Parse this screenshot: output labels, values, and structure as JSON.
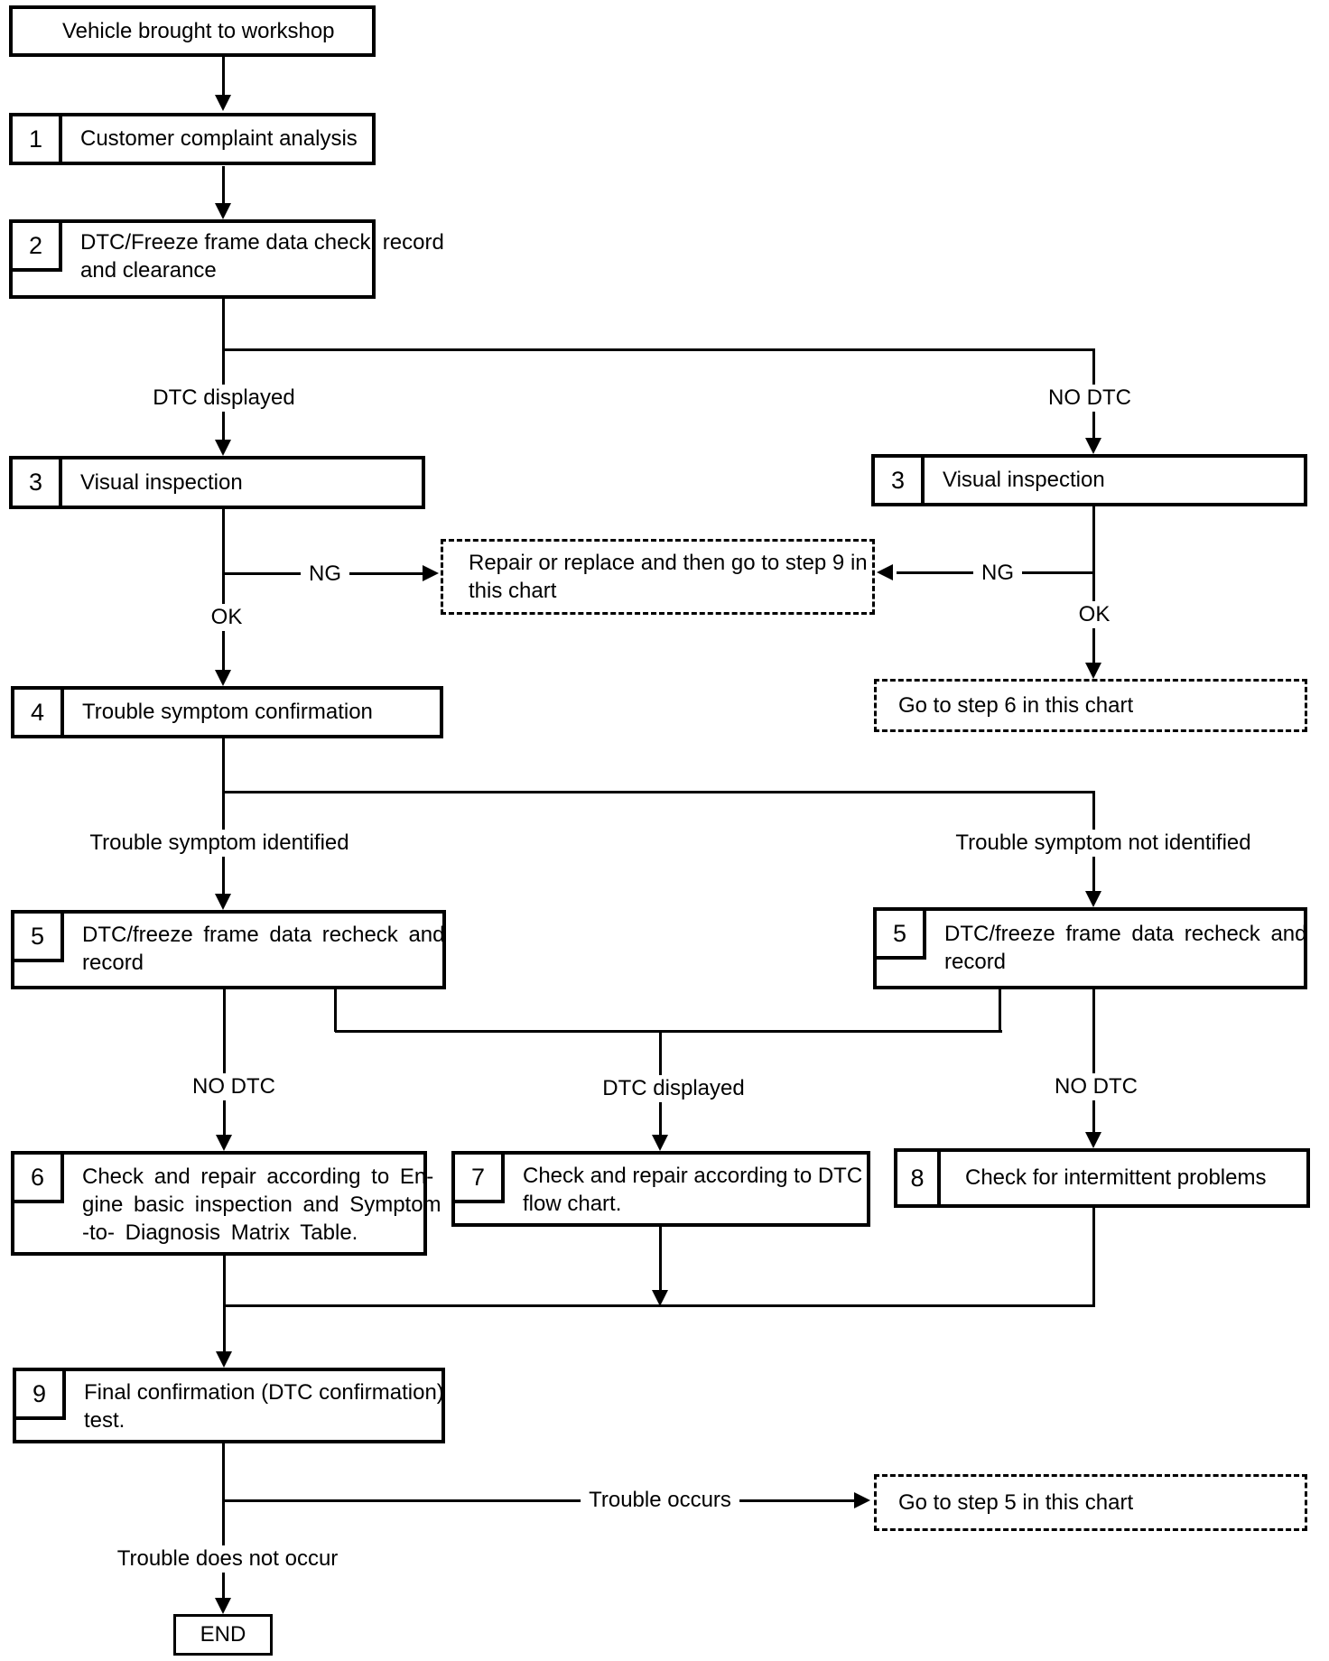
{
  "flowchart": {
    "nodes": {
      "start": {
        "label": "Vehicle brought to workshop"
      },
      "step1": {
        "num": "1",
        "label": "Customer complaint analysis"
      },
      "step2": {
        "num": "2",
        "line1": "DTC/Freeze frame data check, record",
        "line2": "and clearance"
      },
      "step3_left": {
        "num": "3",
        "label": "Visual inspection"
      },
      "step3_right": {
        "num": "3",
        "label": "Visual inspection"
      },
      "repair_note": {
        "line1": "Repair or replace and then go to step 9 in",
        "line2": "this chart"
      },
      "goto_step6": {
        "label": "Go to step 6 in this chart"
      },
      "step4": {
        "num": "4",
        "label": "Trouble symptom confirmation"
      },
      "step5_left": {
        "num": "5",
        "line1": "DTC/freeze frame data recheck and",
        "line2": "record"
      },
      "step5_right": {
        "num": "5",
        "line1": "DTC/freeze frame data recheck and",
        "line2": "record"
      },
      "step6": {
        "num": "6",
        "line1": "Check and repair according to En-",
        "line2": "gine basic inspection and Symptom",
        "line3": "-to- Diagnosis Matrix Table."
      },
      "step7": {
        "num": "7",
        "line1": "Check and repair according to DTC",
        "line2": "flow chart."
      },
      "step8": {
        "num": "8",
        "label": "Check for intermittent problems"
      },
      "step9": {
        "num": "9",
        "line1": "Final confirmation (DTC confirmation)",
        "line2": "test."
      },
      "goto_step5": {
        "label": "Go to step 5 in this chart"
      },
      "end": {
        "label": "END"
      }
    },
    "edge_labels": {
      "dtc_displayed_top": "DTC displayed",
      "no_dtc_top": "NO DTC",
      "ng_left": "NG",
      "ng_right": "NG",
      "ok_left": "OK",
      "ok_right": "OK",
      "symptom_identified": "Trouble symptom identified",
      "symptom_not_identified": "Trouble symptom not identified",
      "no_dtc_lower_left": "NO DTC",
      "dtc_displayed_mid": "DTC displayed",
      "no_dtc_lower_right": "NO DTC",
      "trouble_occurs": "Trouble occurs",
      "trouble_does_not_occur": "Trouble does not occur"
    },
    "colors": {
      "ink": "#000000",
      "paper": "#ffffff"
    }
  }
}
